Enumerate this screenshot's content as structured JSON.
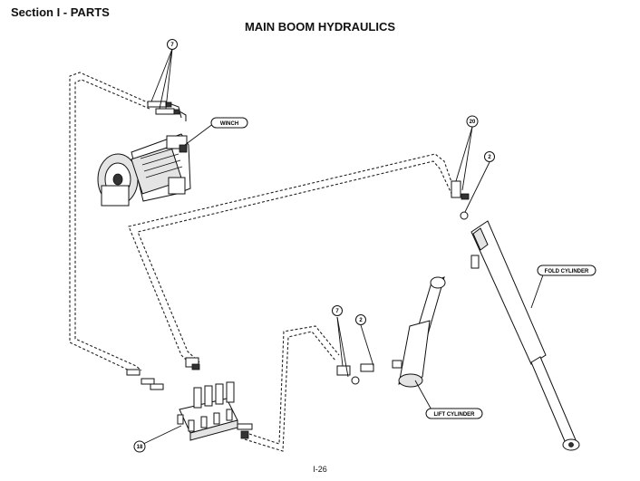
{
  "header": {
    "section": "Section I - PARTS",
    "title": "MAIN BOOM HYDRAULICS"
  },
  "labels": {
    "winch": "WINCH",
    "fold_cylinder": "FOLD CYLINDER",
    "lift_cylinder": "LIFT CYLINDER"
  },
  "callouts": {
    "top_fittings": "7",
    "fold_fitting_a": "20",
    "fold_fitting_b": "2",
    "lift_fitting_a": "7",
    "lift_fitting_b": "2",
    "valve": "18"
  },
  "footer": {
    "page_number": "I-26"
  }
}
